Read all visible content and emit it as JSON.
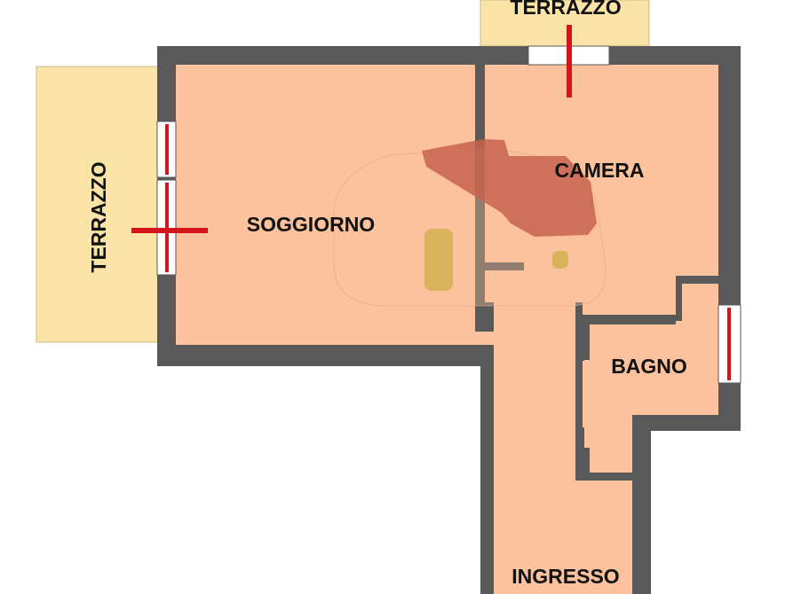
{
  "colors": {
    "background": "#ffffff",
    "wall": "#595959",
    "room_fill": "#fbc29d",
    "terrace_fill": "#f9e3a7",
    "window_frame": "#ffffff",
    "opening_marker": "#d2161c",
    "logo_overlay": "#c7614f",
    "logo_object": "#d9b35c"
  },
  "rooms": {
    "soggiorno": "SOGGIORNO",
    "camera": "CAMERA",
    "bagno": "BAGNO",
    "ingresso": "INGRESSO"
  },
  "terraces": {
    "top": "TERRAZZO",
    "left": "TERRAZZO"
  },
  "icons": {
    "watermark": "floor-plan-logo-watermark",
    "opening": "window-opening-marker"
  }
}
